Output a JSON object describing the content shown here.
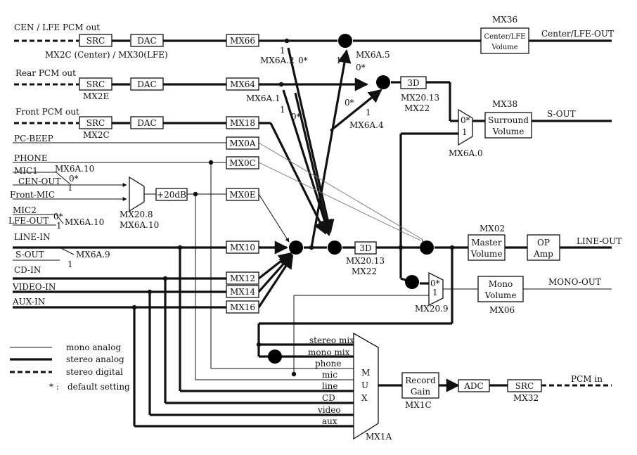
{
  "outputs_top": {
    "cen_lfe_pcm_out": "CEN / LFE PCM out",
    "rear_pcm_out": "Rear PCM out",
    "front_pcm_out": "Front PCM out"
  },
  "blocks": {
    "src": "SRC",
    "dac": "DAC",
    "mx66": "MX66",
    "mx64": "MX64",
    "mx18": "MX18",
    "mx0a": "MX0A",
    "mx0c": "MX0C",
    "mx0e": "MX0E",
    "mx10": "MX10",
    "mx12": "MX12",
    "mx14": "MX14",
    "mx16": "MX16",
    "plus20db": "+20dB",
    "three_d": "3D",
    "center_lfe_volume_l1": "Center/LFE",
    "center_lfe_volume_l2": "Volume",
    "surround_volume_l1": "Surround",
    "surround_volume_l2": "Volume",
    "master_volume_l1": "Master",
    "master_volume_l2": "Volume",
    "op_amp_l1": "OP",
    "op_amp_l2": "Amp",
    "mono_volume_l1": "Mono",
    "mono_volume_l2": "Volume",
    "record_gain_l1": "Record",
    "record_gain_l2": "Gain",
    "adc": "ADC"
  },
  "labels": {
    "mx2c_center_mx30": "MX2C (Center) / MX30(LFE)",
    "mx2e": "MX2E",
    "mx2c": "MX2C",
    "mx36": "MX36",
    "mx38": "MX38",
    "mx6a_0": "MX6A.0",
    "mx6a_1": "MX6A.1",
    "mx6a_2": "MX6A.2",
    "mx6a_4": "MX6A.4",
    "mx6a_5": "MX6A.5",
    "mx6a_9": "MX6A.9",
    "mx6a_10_a": "MX6A.10",
    "mx6a_10_b": "MX6A.10",
    "mx6a_10_c": "MX6A.10",
    "mx20_8": "MX20.8",
    "mx20_9": "MX20.9",
    "mx20_13_a": "MX20.13",
    "mx22_a": "MX22",
    "mx20_13_b": "MX20.13",
    "mx22_b": "MX22",
    "mx02": "MX02",
    "mx06": "MX06",
    "mx1c": "MX1C",
    "mx32": "MX32",
    "mx1a": "MX1A",
    "center_lfe_out": "Center/LFE-OUT",
    "s_out_right": "S-OUT",
    "line_out": "LINE-OUT",
    "mono_out": "MONO-OUT",
    "pcm_in": "PCM in",
    "one": "1",
    "zero_star": "0*"
  },
  "inputs": {
    "pc_beep": "PC-BEEP",
    "phone": "PHONE",
    "mic1": "MIC1",
    "cen_out": "CEN-OUT",
    "front_mic": "Front-MIC",
    "mic2": "MIC2",
    "lfe_out": "LFE-OUT",
    "line_in": "LINE-IN",
    "s_out": "S-OUT",
    "cd_in": "CD-IN",
    "video_in": "VIDEO-IN",
    "aux_in": "AUX-IN"
  },
  "mux": {
    "title_m": "M",
    "title_u": "U",
    "title_x": "X",
    "inputs": [
      "stereo mix",
      "mono mix",
      "phone",
      "mic",
      "line",
      "CD",
      "video",
      "aux"
    ]
  },
  "legend": {
    "mono_analog": "mono analog",
    "stereo_analog": "stereo analog",
    "stereo_digital": "stereo digital",
    "default_setting_symbol": "* :",
    "default_setting": "default setting"
  }
}
